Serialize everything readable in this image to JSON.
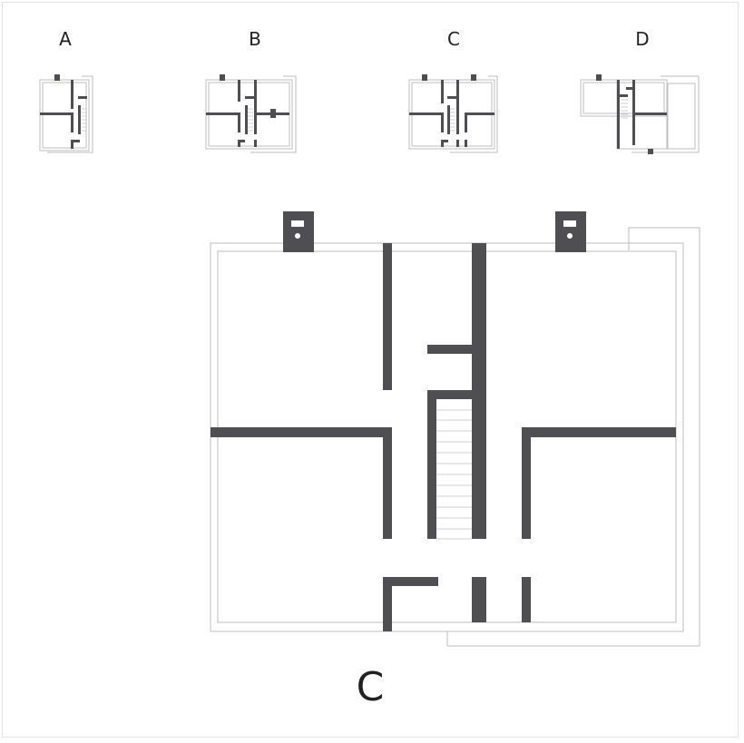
{
  "labels": {
    "a": "A",
    "b": "B",
    "c": "C",
    "d": "D",
    "main": "C"
  },
  "colors": {
    "wall": "#4f4f53",
    "outline": "#bdbdbd",
    "stair_line": "#cfcfcf",
    "label": "#222222"
  }
}
